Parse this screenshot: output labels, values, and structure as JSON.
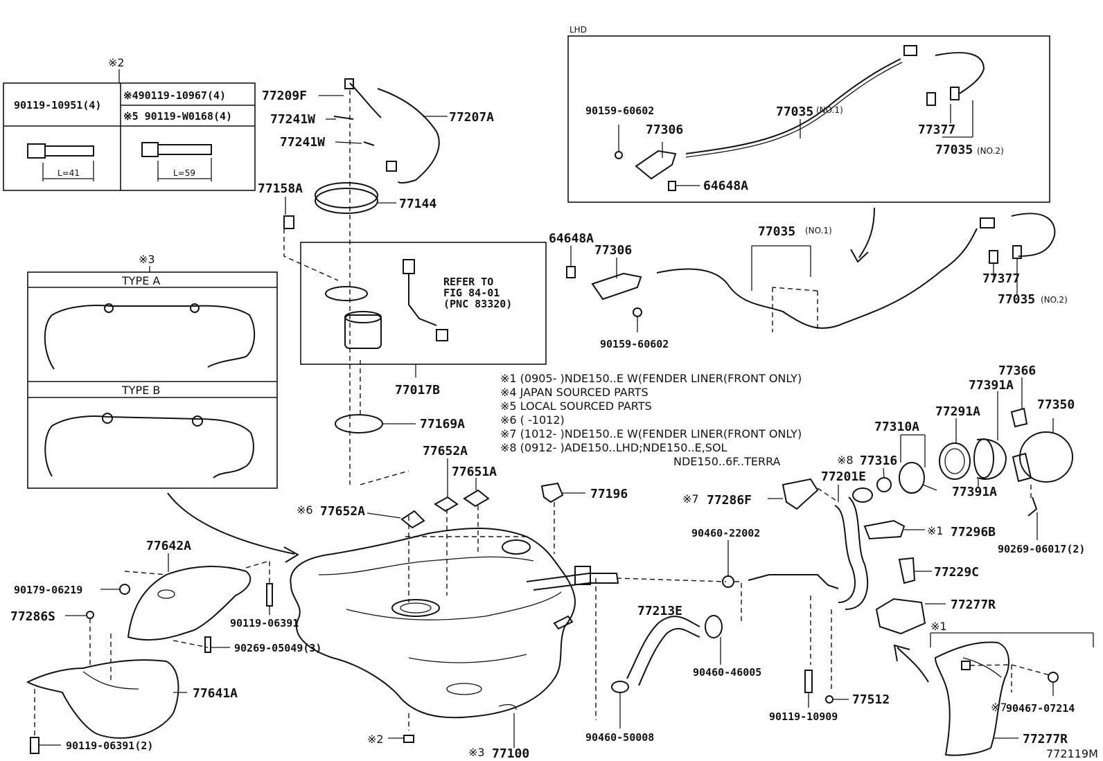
{
  "diagram": {
    "figure_id": "772119M",
    "lhd_box": {
      "title": "LHD",
      "labels": {
        "bolt": "90159-60602",
        "opener_lever": "77306",
        "cable_no1": "77035",
        "cable_no1_suffix": "(NO.1)",
        "cable_clamp": "77377",
        "cable_no2": "77035",
        "cable_no2_suffix": "(NO.2)",
        "clip": "64648A"
      }
    },
    "rhd": {
      "clip": "64648A",
      "opener_lever": "77306",
      "bolt": "90159-60602",
      "cable_no1": "77035",
      "cable_no1_suffix": "(NO.1)",
      "cable_clamp": "77377",
      "cable_no2": "77035",
      "cable_no2_suffix": "(NO.2)"
    },
    "bolt_table": {
      "header": "※2",
      "left_part": "90119-10951(4)",
      "right_part_1": "※490119-10967(4)",
      "right_part_2": "※5 90119-W0168(4)",
      "left_length": "L=41",
      "right_length": "L=59"
    },
    "protector_types": {
      "header": "※3",
      "type_a": "TYPE  A",
      "type_b": "TYPE  B"
    },
    "pump_box": {
      "refer_1": "REFER TO",
      "refer_2": "FIG 84-01",
      "refer_3": "(PNC 83320)",
      "label": "77017B"
    },
    "notes": [
      "※1 (0905-       )NDE150..E W(FENDER LINER(FRONT ONLY)",
      "※4 JAPAN SOURCED PARTS",
      "※5 LOCAL SOURCED PARTS",
      "※6 (       -1012)",
      "※7 (1012-       )NDE150..E W(FENDER LINER(FRONT ONLY)",
      "※8 (0912-       )ADE150..LHD;NDE150..E,SOL",
      "                       NDE150..6F..TERRA"
    ],
    "labels": {
      "p77209F": "77209F",
      "p77207A": "77207A",
      "p77241W_1": "77241W",
      "p77241W_2": "77241W",
      "p77158A": "77158A",
      "p77144": "77144",
      "p77169A": "77169A",
      "p77652A_1": "77652A",
      "p77651A": "77651A",
      "p77652A_2_mark": "※6",
      "p77652A_2": "77652A",
      "p77196": "77196",
      "p77642A": "77642A",
      "p90179": "90179-06219",
      "p77286S": "77286S",
      "p90119_06391": "90119-06391",
      "p90269_05049": "90269-05049(3)",
      "p77641A": "77641A",
      "p90119_06391_2": "90119-06391(2)",
      "p77100_mark2": "※2",
      "p77100_mark3": "※3",
      "p77100": "77100",
      "p77213E": "77213E",
      "p90460_22002": "90460-22002",
      "p90460_46005": "90460-46005",
      "p90460_50008": "90460-50008",
      "p77286F_mark": "※7",
      "p77286F": "77286F",
      "p77201E": "77201E",
      "p77310A": "77310A",
      "p77316_mark": "※8",
      "p77316": "77316",
      "p77291A": "77291A",
      "p77391A_1": "77391A",
      "p77366": "77366",
      "p77350": "77350",
      "p77391A_2": "77391A",
      "p90269_06017": "90269-06017(2)",
      "p77296B_mark": "※1",
      "p77296B": "77296B",
      "p77229C": "77229C",
      "p77277R_1": "77277R",
      "p77277R_mark": "※1",
      "p90467_mark": "※7",
      "p90467": "90467-07214",
      "p77277R_2": "77277R",
      "p90119_10909": "90119-10909",
      "p77512": "77512"
    }
  }
}
